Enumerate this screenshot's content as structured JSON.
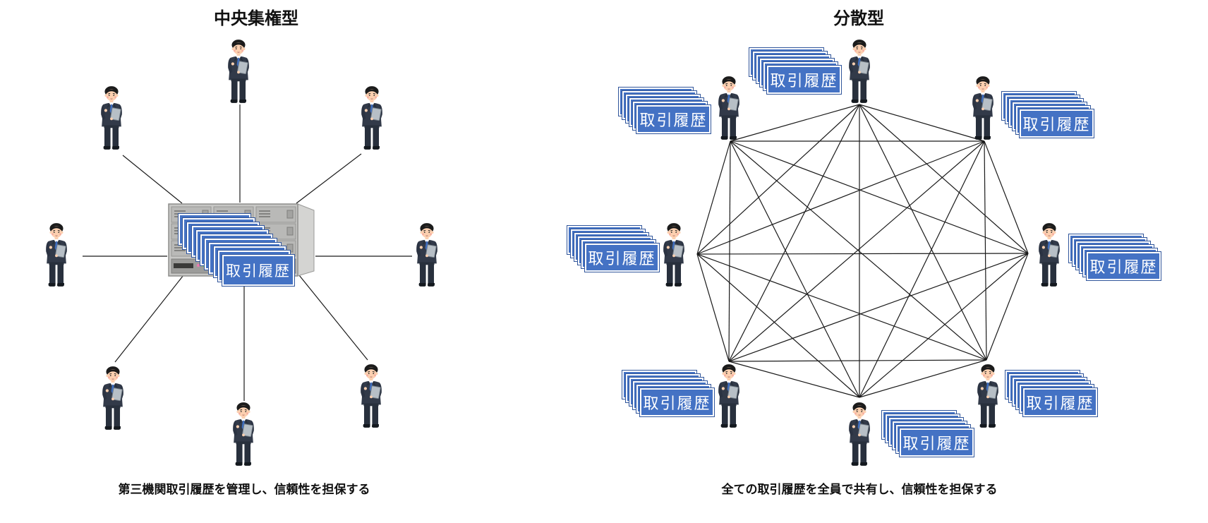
{
  "diagram": {
    "left": {
      "title": "中央集権型",
      "caption": "第三機関取引履歴を管理し、信頼性を担保する",
      "ledger_label": "取引履歴",
      "participant_count": 8,
      "topology": "star"
    },
    "right": {
      "title": "分散型",
      "caption": "全ての取引履歴を全員で共有し、信頼性を担保する",
      "ledger_label": "取引履歴",
      "participant_count": 8,
      "topology": "full-mesh"
    },
    "colors": {
      "ledger_blue": "#4472C4",
      "ledger_edge": "#31569b",
      "line": "#1a1a1a"
    }
  }
}
